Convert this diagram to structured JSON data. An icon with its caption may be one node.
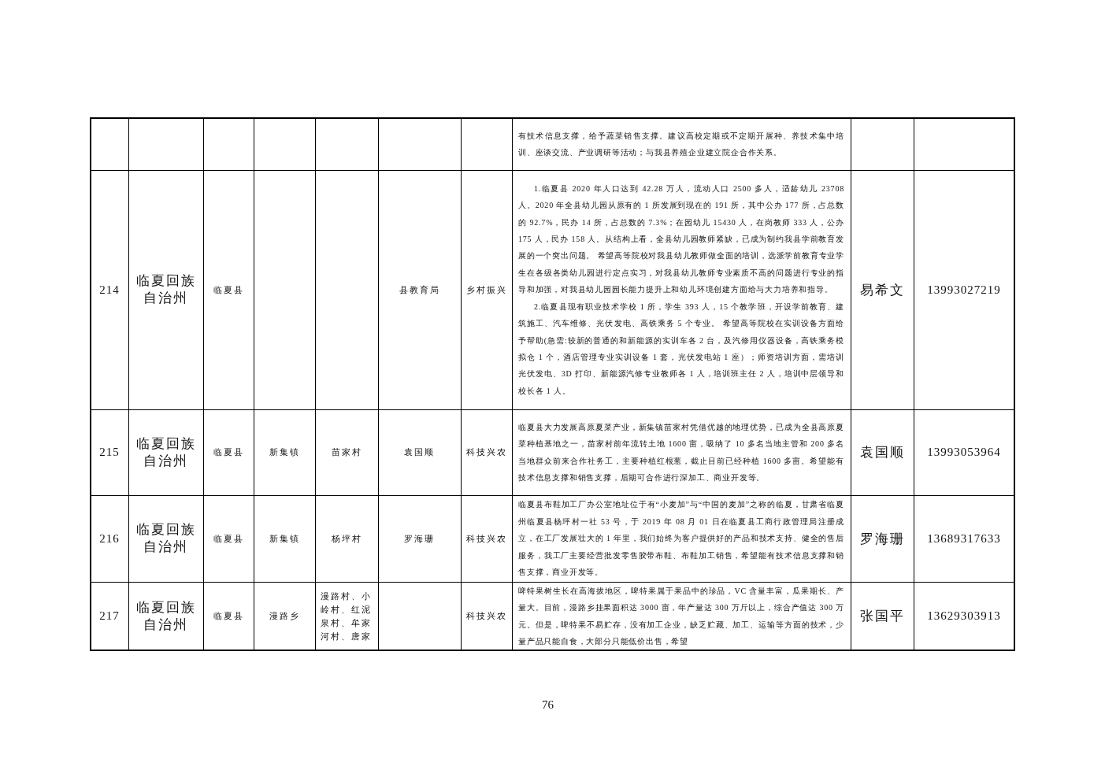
{
  "diagram": {
    "labels": [
      "有技术信息支撑，给予蔬菜销售支撑。建议高校定期或不定期开展种、养技术集中培训、座谈交流、产业调研等活动；与我县养殖企业建立院企合作关系。",
      "214",
      "临夏回族自治州",
      "临夏县",
      "县教育局",
      "乡村振兴",
      "1.临夏县 2020 年人口达到 42.28 万人，流动人口 2500 多人，适龄幼儿 23708 人。2020 年全县幼儿园从原有的 1 所发展到现在的 191 所，其中公办 177 所，占总数的 92.7%，民办 14 所，占总数的 7.3%；在园幼儿 15430 人，在岗教师 333 人，公办 175 人，民办 158 人。从结构上看，全县幼儿园教师紧缺，已成为制约我县学前教育发展的一个突出问题。 希望高等院校对我县幼儿教师做全面的培训，选派学前教育专业学生在各级各类幼儿园进行定点实习，对我县幼儿教师专业素质不高的问题进行专业的指导和加强，对我县幼儿园园长能力提升上和幼儿环境创建方面给与大力培养和指导。",
      "2.临夏县现有职业技术学校 1 所，学生 393 人，15 个教学班，开设学前教育、建筑施工、汽车维修、光伏发电、高铁乘务 5 个专业。 希望高等院校在实训设备方面给予帮助(急需:较新的普通的和新能源的实训车各 2 台，及汽修用仪器设备，高铁乘务模拟仓 1 个，酒店管理专业实训设备 1 套，光伏发电站 1 座）；师资培训方面，需培训光伏发电、3D 打印、新能源汽修专业教师各 1 人，培训班主任 2 人，培训中层领导和校长各 1 人。",
      "易希文",
      "13993027219",
      "215",
      "临夏回族自治州",
      "临夏县",
      "新集镇",
      "苗家村",
      "袁国顺",
      "科技兴农",
      "临夏县大力发展高原夏菜产业，新集镇苗家村凭借优越的地理优势，已成为全县高原夏菜种植基地之一，苗家村前年流转土地 1600 亩，吸纳了 10 多名当地主管和 200 多名当地群众前来合作社务工，主要种植红根葱，截止目前已经种植 1600 多亩。希望能有技术信息支撑和销售支撑，后期可合作进行深加工、商业开发等。",
      "袁国顺",
      "13993053964",
      "216",
      "临夏回族自治州",
      "临夏县",
      "新集镇",
      "杨坪村",
      "罗海珊",
      "科技兴农",
      "临夏县布鞋加工厂办公室地址位于有“小麦加”与“中国的麦加”之称的临夏，甘肃省临夏州临夏县杨坪村一社 53 号，于 2019 年 08 月 01 日在临夏县工商行政管理局注册成立，在工厂发展壮大的 1 年里，我们始终为客户提供好的产品和技术支持、健全的售后服务，我工厂主要经营批发零售胶带布鞋、布鞋加工销售，希望能有技术信息支撑和销售支撑，商业开发等。",
      "罗海珊",
      "13689317633",
      "217",
      "临夏回族自治州",
      "临夏县",
      "漫路乡",
      "漫路村、小岭村、红泥泉村、牟家河村、唐家",
      "科技兴农",
      "啤特果树生长在高海拔地区，啤特果属于果品中的珍品，VC 含量丰富，瓜果期长、产量大。目前，漫路乡挂果面积达 3000 亩，年产量达 300 万斤以上，综合产值达 300 万元。但是，啤特果不易贮存，没有加工企业，缺乏贮藏、加工、运输等方面的技术，少量产品只能自食，大部分只能低价出售，希望",
      "张国平",
      "13629303913",
      "76"
    ]
  }
}
